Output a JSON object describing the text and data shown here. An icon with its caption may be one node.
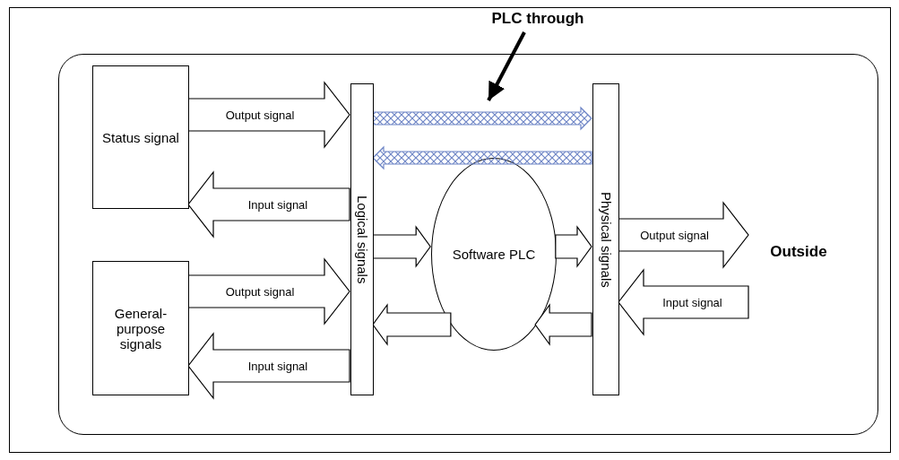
{
  "diagram": {
    "nodes": [
      {
        "text": [],
        "shape": "box"
      },
      {
        "text": [
          "Status signal"
        ],
        "in": 0
      },
      {
        "text": [
          "General-purpose signals"
        ],
        "in": 0
      },
      {
        "text": [
          "Logical signals"
        ],
        "in": 0
      },
      {
        "text": [
          "Software PLC"
        ],
        "in": 0
      },
      {
        "text": [
          "Physical signals"
        ],
        "in": 0
      },
      {
        "text": [
          "Outside"
        ],
        "in": 0
      },
      {
        "text": [
          "PLC through"
        ]
      }
    ],
    "edges": [
      {
        "from": 1,
        "to": 3,
        "arrow": "to",
        "label": "Output signal"
      },
      {
        "from": 3,
        "to": 1,
        "arrow": "to",
        "label": "Input signal"
      },
      {
        "from": 2,
        "to": 3,
        "arrow": "to",
        "label": "Output signal"
      },
      {
        "from": 3,
        "to": 2,
        "arrow": "to",
        "label": "Input signal"
      },
      {
        "from": 3,
        "to": 5,
        "arrow": "to",
        "color": "#6f86c6"
      },
      {
        "from": 5,
        "to": 3,
        "arrow": "to",
        "color": "#6f86c6"
      },
      {
        "from": 3,
        "to": 4,
        "arrow": "to"
      },
      {
        "from": 4,
        "to": 3,
        "arrow": "to"
      },
      {
        "from": 4,
        "to": 5,
        "arrow": "to"
      },
      {
        "from": 5,
        "to": 4,
        "arrow": "to"
      },
      {
        "from": 5,
        "to": 6,
        "arrow": "to",
        "label": "Output signal"
      },
      {
        "from": 6,
        "to": 5,
        "arrow": "to",
        "label": "Input signal"
      },
      {
        "from": 7,
        "to": null,
        "arrow": "to"
      }
    ]
  }
}
